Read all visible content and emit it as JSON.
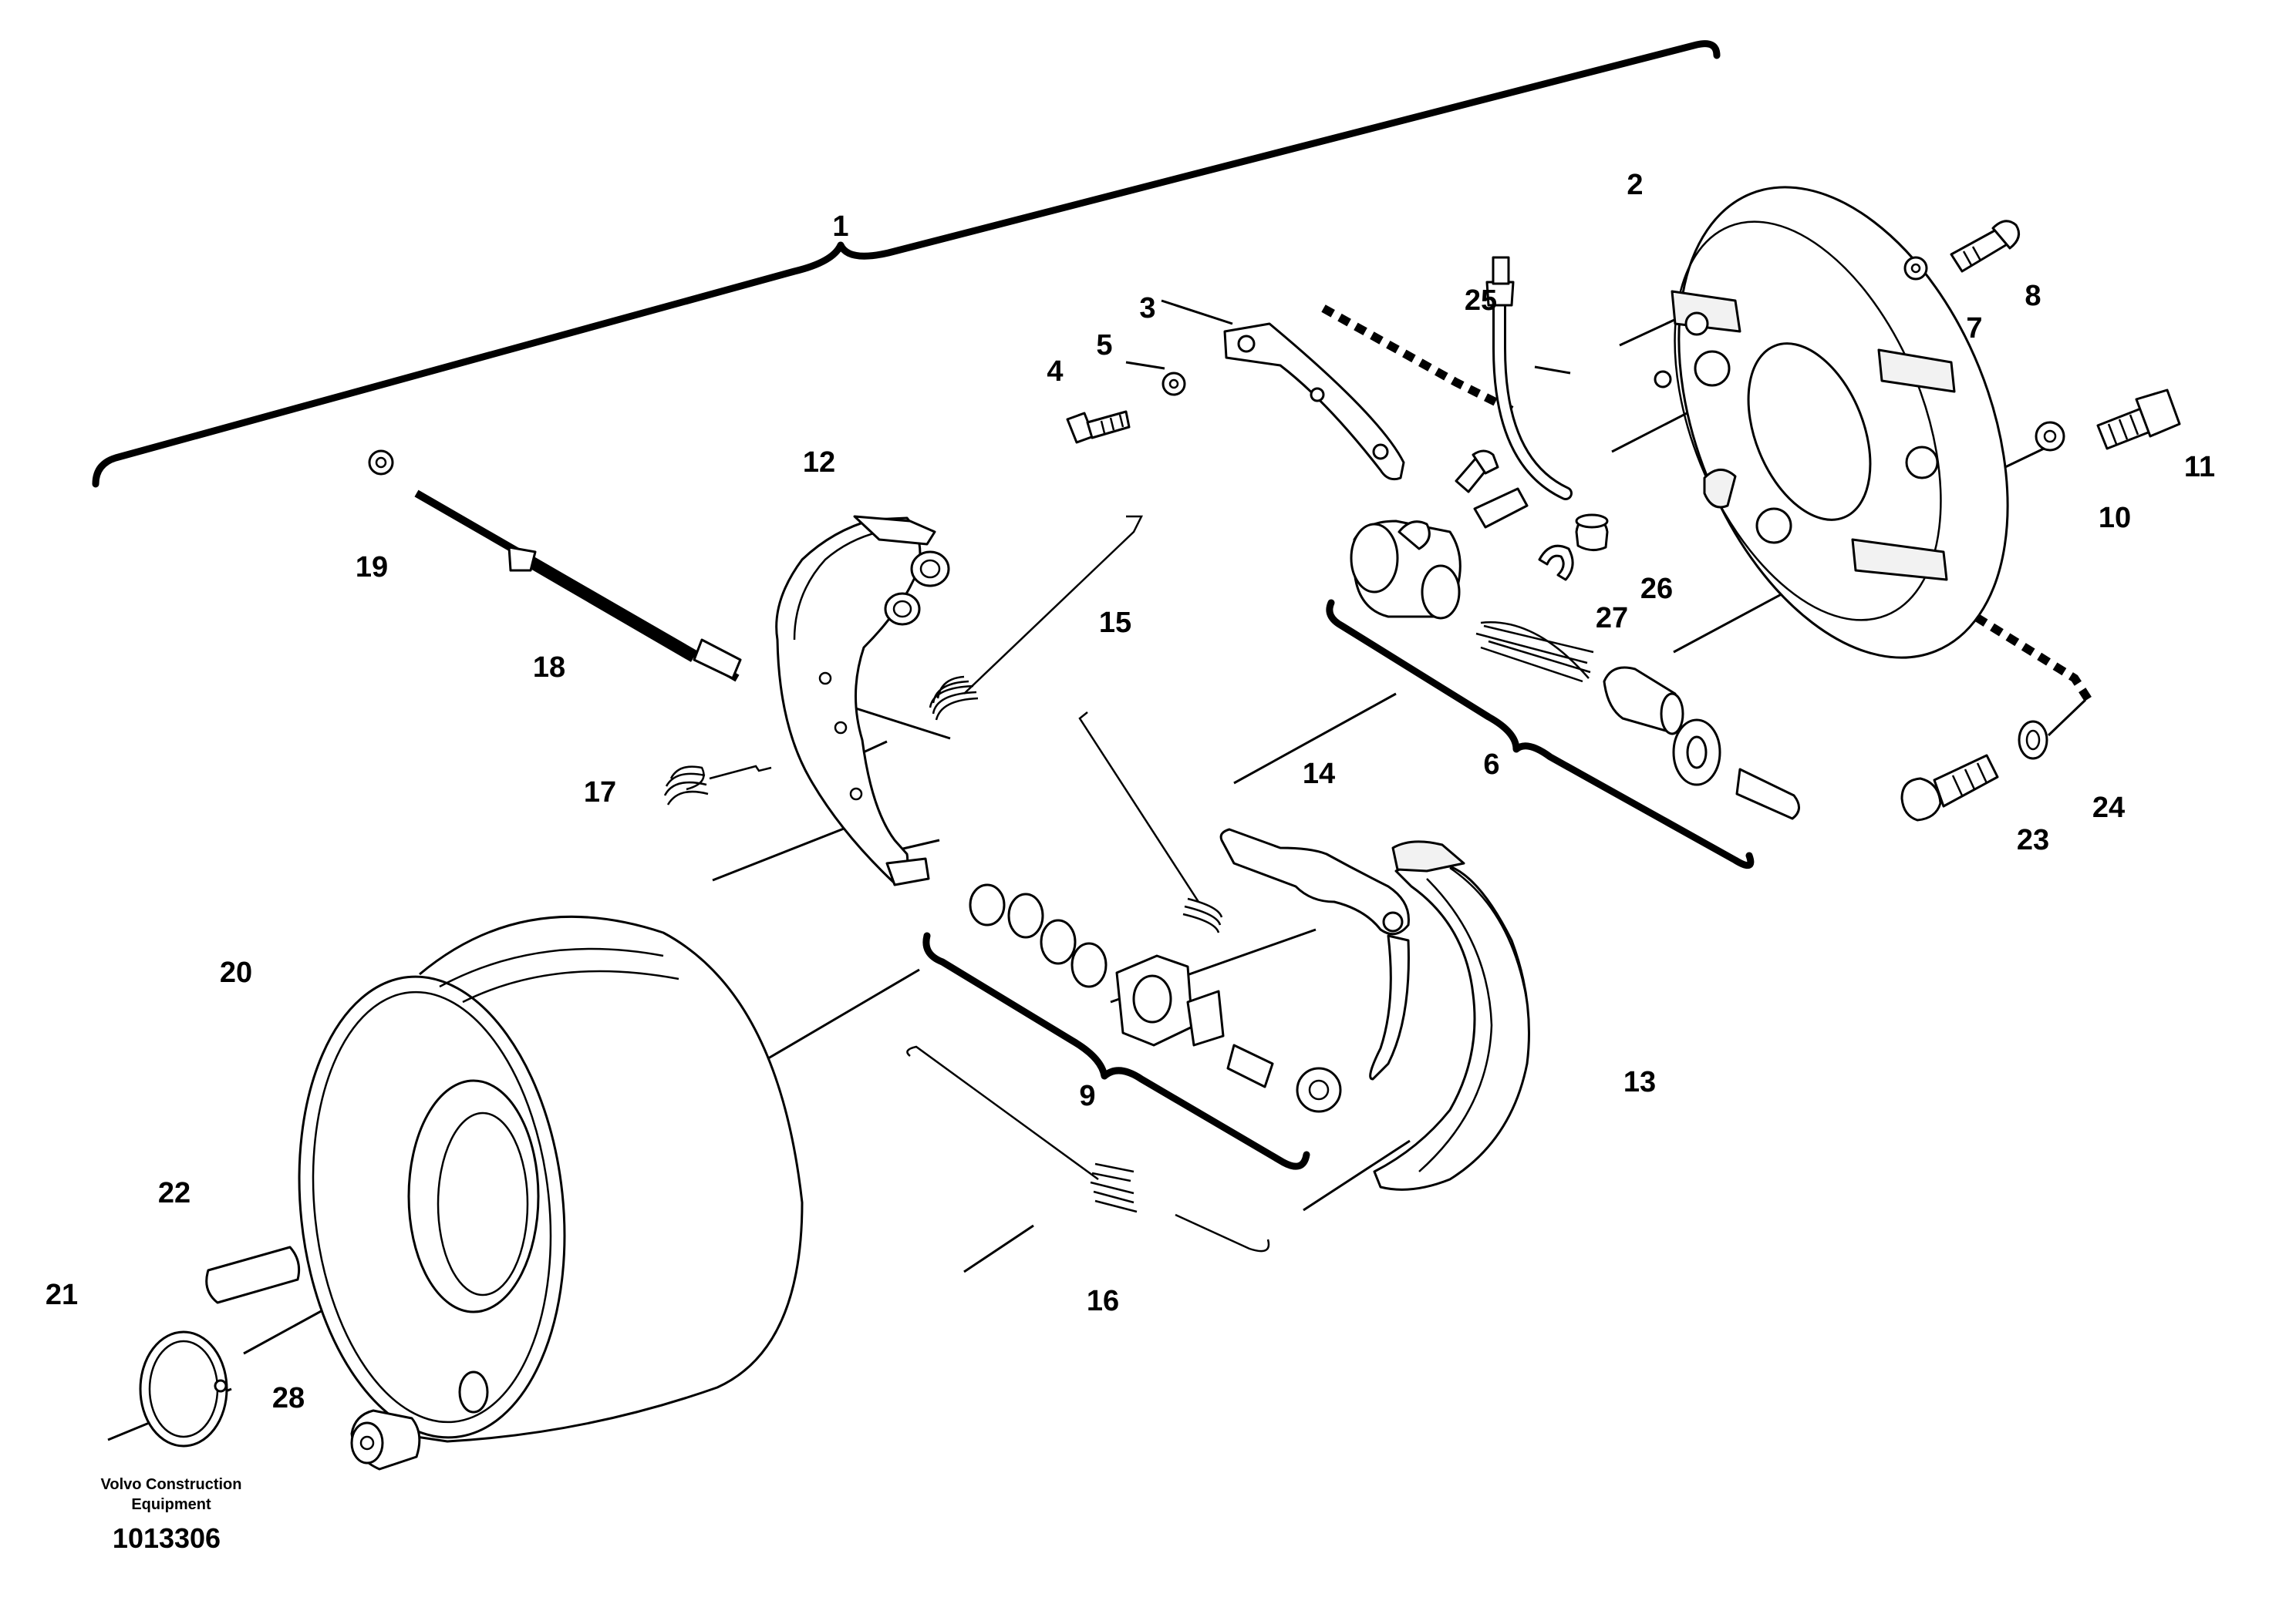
{
  "diagram": {
    "part_labels": [
      "1",
      "2",
      "3",
      "4",
      "5",
      "6",
      "7",
      "8",
      "9",
      "10",
      "11",
      "12",
      "13",
      "14",
      "15",
      "16",
      "17",
      "18",
      "19",
      "20",
      "21",
      "22",
      "23",
      "24",
      "25",
      "26",
      "27",
      "28"
    ],
    "footer": {
      "company_line1": "Volvo Construction",
      "company_line2": "Equipment",
      "figure_number": "1013306"
    }
  }
}
